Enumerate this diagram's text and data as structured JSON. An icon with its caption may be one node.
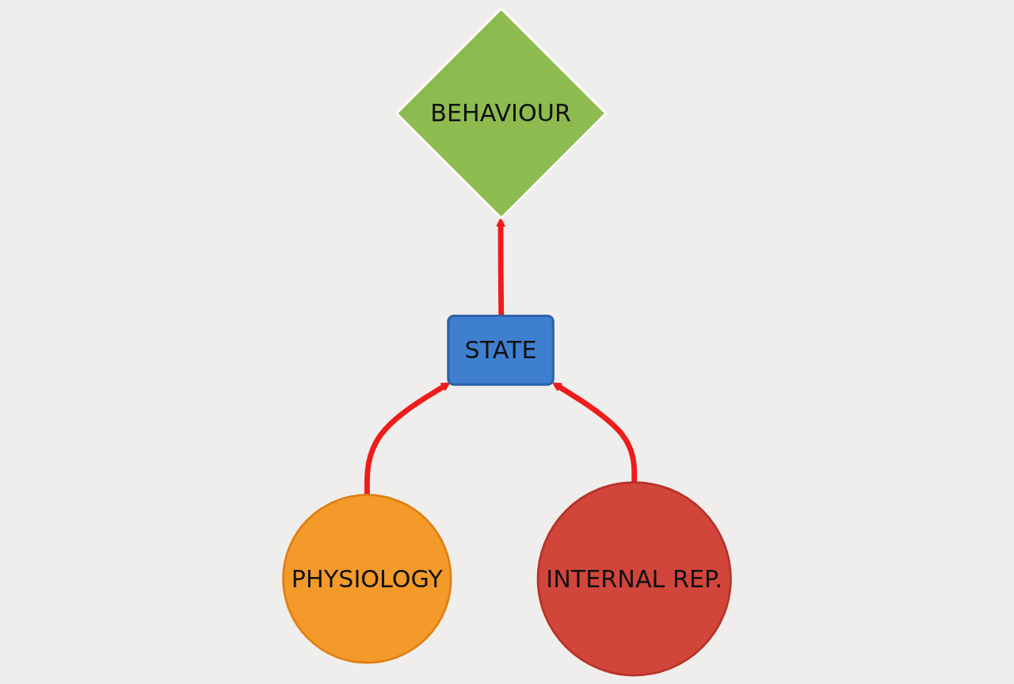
{
  "diagram": {
    "nodes": [
      {
        "text": [
          "BEHAVIOUR"
        ]
      },
      {
        "text": [
          "PHYSIOLOGY"
        ]
      },
      {
        "text": [
          "STATE"
        ]
      },
      {
        "text": [
          "INTERNAL REP."
        ]
      }
    ],
    "edges": [
      {
        "from": 1,
        "to": 2,
        "arrow": "to"
      },
      {
        "from": 3,
        "to": 2,
        "arrow": "to"
      },
      {
        "from": 2,
        "to": 0,
        "arrow": "to"
      }
    ]
  }
}
